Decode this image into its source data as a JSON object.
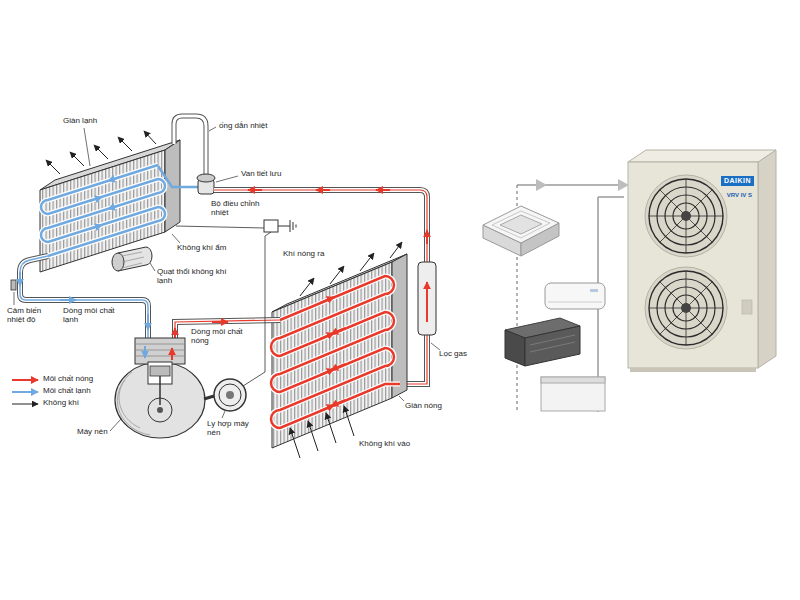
{
  "diagram": {
    "nodes": [
      {
        "text": [
          "DAIKIN",
          "VRV IV S"
        ]
      }
    ],
    "labels": [
      "Giàn lạnh",
      "ống dẫn nhiệt",
      "Van tiết lưu",
      "Bộ điều chỉnh nhiệt",
      "Không khí ẩm",
      "Khí nóng ra",
      "Quạt thổi không khí lạnh",
      "Cảm biến nhiệt độ",
      "Dòng môi chất lạnh",
      "Dòng môi chất nóng",
      "Lọc gas",
      "Giàn nóng",
      "Không khí vào",
      "Máy nén",
      "Ly hợp máy nén"
    ],
    "legend": [
      {
        "text": "Môi chất nóng"
      },
      {
        "text": "Môi chất lạnh"
      },
      {
        "text": "Không khí"
      }
    ]
  }
}
